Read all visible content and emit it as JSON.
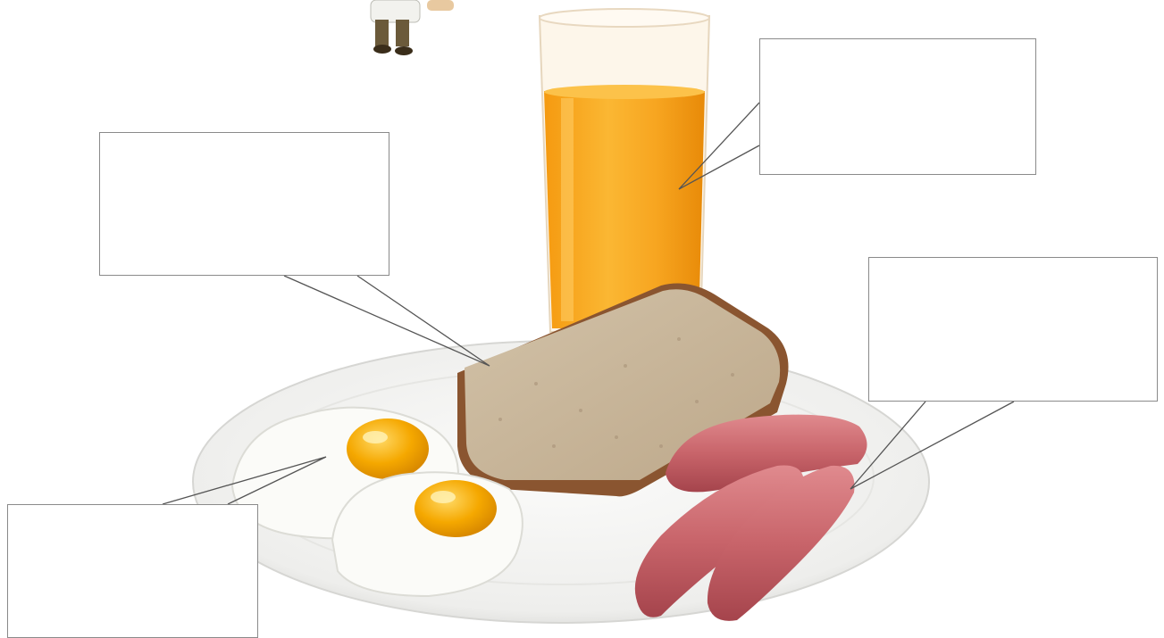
{
  "scene": {
    "illustration": "breakfast-plate",
    "items": [
      "orange-juice",
      "bread-slice",
      "fried-eggs",
      "sausages",
      "plate",
      "cartoon-character"
    ],
    "colors": {
      "background": "#ffffff",
      "juice": "#f7a823",
      "bread_crust": "#7a4a2a",
      "bread_crumb": "#c9b8a0",
      "egg_yolk": "#f0a000",
      "sausage": "#c0606a",
      "plate": "#f4f4f2",
      "box_border": "#8a8a8a",
      "leader_line": "#555555"
    }
  },
  "label_boxes": [
    {
      "id": "bread",
      "text": ""
    },
    {
      "id": "juice",
      "text": ""
    },
    {
      "id": "sausage",
      "text": ""
    },
    {
      "id": "eggs",
      "text": ""
    }
  ]
}
